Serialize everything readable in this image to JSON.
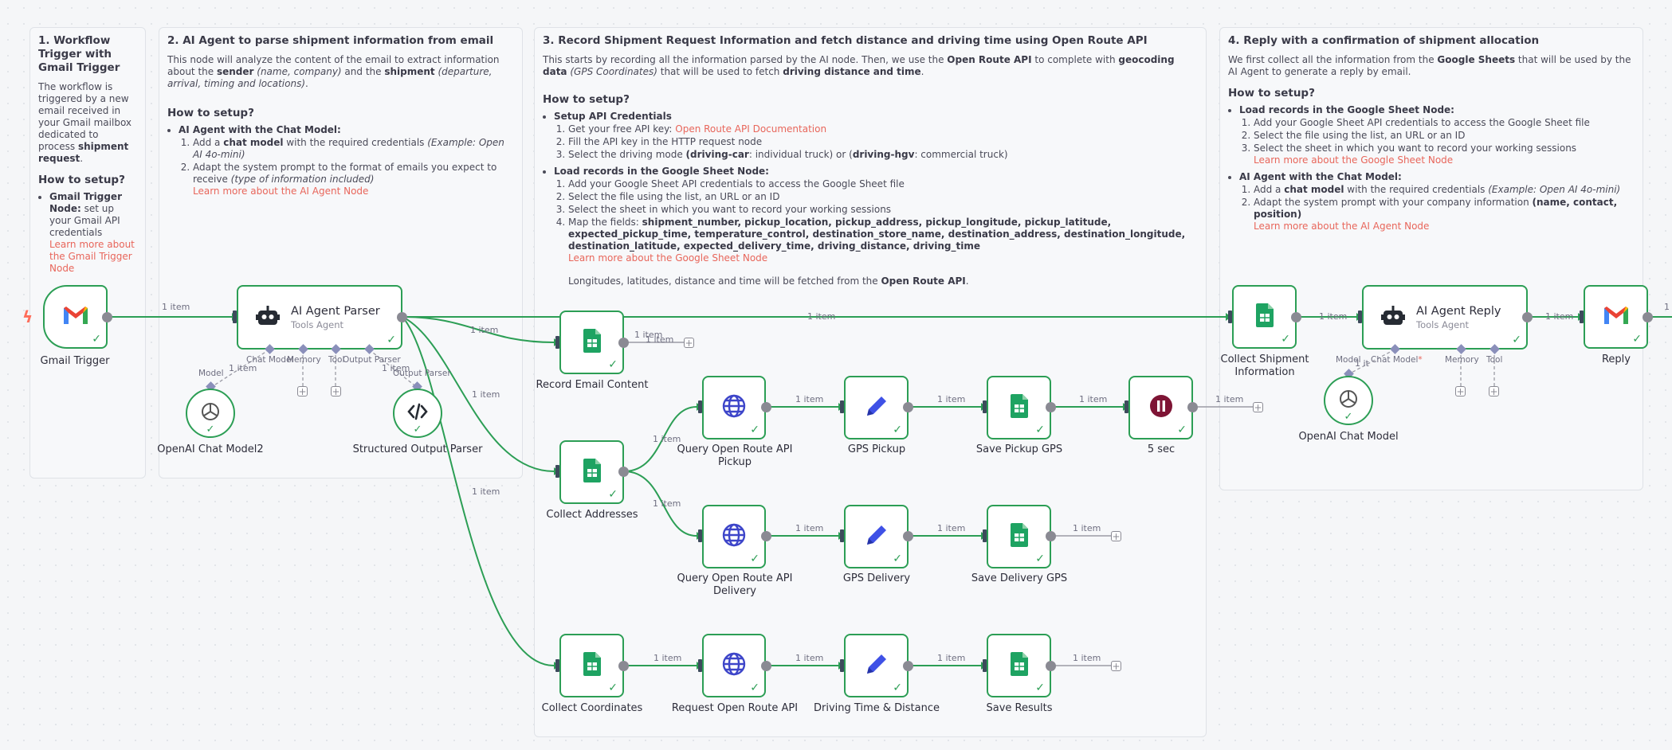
{
  "notes": {
    "n1": {
      "title": "1. Workflow Trigger with Gmail Trigger",
      "body_a": "The workflow is triggered by a new email received in your Gmail mailbox dedicated to process",
      "body_b": "shipment request",
      "body_c": ".",
      "howto": "How to setup?",
      "item_bold": "Gmail Trigger Node:",
      "item_text": " set up your Gmail API credentials",
      "link": "Learn more about the Gmail Trigger Node"
    },
    "n2": {
      "title": "2. AI Agent to parse shipment information from email",
      "p1": "This node will analyze the content of the email to extract information about the",
      "sender": "sender",
      "sender_i": " (name, company)",
      "and_the": " and the ",
      "shipment": "shipment",
      "shipment_i": " (departure, arrival, timing and locations)",
      "dot": ".",
      "howto": "How to setup?",
      "item": "AI Agent with the Chat Model:",
      "s1a": "Add a ",
      "s1b": "chat model",
      "s1c": " with the required credentials ",
      "s1d": "(Example: Open AI 4o-mini)",
      "s2a": "Adapt the system prompt to the format of emails you expect to receive ",
      "s2b": "(type of information included)",
      "link": "Learn more about the AI Agent Node"
    },
    "n3": {
      "title": "3. Record Shipment Request Information and fetch distance and driving time using Open Route API",
      "p1a": "This starts by recording all the information parsed by the AI node. Then, we use the ",
      "p1b": "Open Route API",
      "p1c": " to complete with ",
      "p1d": "geocoding data",
      "p1e": " (GPS Coordinates)",
      "p1f": " that will be used to fetch ",
      "p1g": "driving distance and time",
      "p1h": ".",
      "howto": "How to setup?",
      "b1": "Setup API Credentials",
      "b1s1a": "Get your free API key: ",
      "b1s1link": "Open Route API Documentation",
      "b1s2": "Fill the API key in the HTTP request node",
      "b1s3a": "Select the driving mode ",
      "b1s3b": "(driving-car",
      "b1s3c": ": individual truck) or (",
      "b1s3d": "driving-hgv",
      "b1s3e": ": commercial truck)",
      "b2": "Load records in the Google Sheet Node:",
      "b2s1": "Add your Google Sheet API credentials to access the Google Sheet file",
      "b2s2": "Select the file using the list, an URL or an ID",
      "b2s3": "Select the sheet in which you want to record your working sessions",
      "b2s4a": "Map the fields: ",
      "b2s4b": "shipment_number, pickup_location, pickup_address, pickup_longitude, pickup_latitude, expected_pickup_time, temperature_control, destination_store_name, destination_address, destination_longitude, destination_latitude, expected_delivery_time, driving_distance, driving_time",
      "link": "Learn more about the Google Sheet Node",
      "tail_a": "Longitudes, latitudes, distance and time will be fetched from the ",
      "tail_b": "Open Route API",
      "tail_c": "."
    },
    "n4": {
      "title": "4. Reply with a confirmation of shipment allocation",
      "p1a": "We first collect all the information from the ",
      "p1b": "Google Sheets",
      "p1c": " that will be used by the AI Agent to generate a reply by email.",
      "howto": "How to setup?",
      "b1": "Load records in the Google Sheet Node:",
      "b1s1": "Add your Google Sheet API credentials to access the Google Sheet file",
      "b1s2": "Select the file using the list, an URL or an ID",
      "b1s3": "Select the sheet in which you want to record your working sessions",
      "b1link": "Learn more about the Google Sheet Node",
      "b2": "AI Agent with the Chat Model:",
      "b2s1a": "Add a ",
      "b2s1b": "chat model",
      "b2s1c": " with the required credentials ",
      "b2s1d": "(Example: Open AI 4o-mini)",
      "b2s2a": "Adapt the system prompt with your company information ",
      "b2s2b": "(name, contact, position)",
      "b2link": "Learn more about the AI Agent Node"
    }
  },
  "nodes": {
    "gmail_trigger": "Gmail Trigger",
    "ai_parser": "AI Agent Parser",
    "ai_parser_sub": "Tools Agent",
    "record_email": "Record Email Content",
    "collect_addresses": "Collect Addresses",
    "collect_coordinates": "Collect Coordinates",
    "query_pickup": "Query Open Route API Pickup",
    "gps_pickup": "GPS Pickup",
    "save_pickup": "Save Pickup GPS",
    "wait": "5 sec",
    "query_delivery": "Query Open Route API Delivery",
    "gps_delivery": "GPS Delivery",
    "save_delivery": "Save Delivery GPS",
    "request_route": "Request Open Route API",
    "driving": "Driving Time & Distance",
    "save_results": "Save Results",
    "collect_shipment": "Collect Shipment Information",
    "ai_reply": "AI Agent Reply",
    "ai_reply_sub": "Tools Agent",
    "reply": "Reply",
    "openai_model2": "OpenAI Chat Model2",
    "structured_parser": "Structured Output Parser",
    "openai_model": "OpenAI Chat Model"
  },
  "ports": {
    "chat_model": "Chat Model",
    "memory": "Memory",
    "tool": "Tool",
    "output_parser": "Output Parser",
    "chat_model_req": "Chat Model",
    "req_mark": "*",
    "model": "Model",
    "model_op": "Output Parser"
  },
  "edge_label": "1 item",
  "edge_label_partial": "1 it",
  "colors": {
    "edge": "#2c9e55",
    "link": "#e8665b",
    "gmail_red": "#ea4335",
    "sheets_green": "#1ea362",
    "globe": "#3d45c9",
    "pen": "#3f51e6",
    "wait": "#7e1435"
  }
}
